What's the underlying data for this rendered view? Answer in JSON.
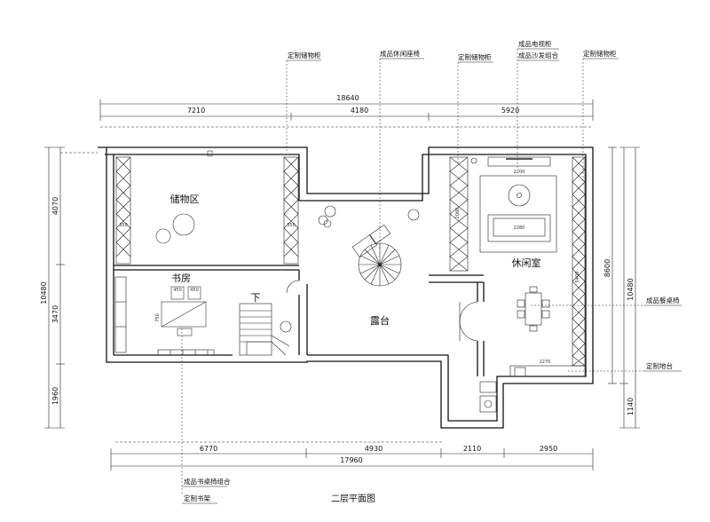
{
  "title": "二层平面图",
  "rooms": {
    "storage": "储物区",
    "study": "书房",
    "terrace": "露台",
    "lounge": "休闲室",
    "stairs_down": "下"
  },
  "top_dims": {
    "overall": "18640",
    "segments": [
      "7210",
      "4180",
      "5920"
    ]
  },
  "bottom_dims": {
    "overall": "17960",
    "segments": [
      "6770",
      "4930",
      "2110",
      "2950"
    ]
  },
  "left_dims": {
    "overall": "10480",
    "segments": [
      "4070",
      "3470",
      "1960"
    ]
  },
  "right_dims": {
    "overall": "10480",
    "inner": "8600",
    "lower": "1140"
  },
  "notes": {
    "cabinet_storage_left": "定制储物柜",
    "leisure_chair": "成品休闲座椅",
    "cabinet_storage_mid": "定制储物柜",
    "tv_cabinet": "成品电视柜",
    "sofa_set": "成品沙发组合",
    "cabinet_storage_right": "定制储物柜",
    "dining_table": "成品餐桌椅",
    "custom_counter": "定制地台",
    "desk_chair": "成品书桌椅组合",
    "bookshelf": "定制书架"
  },
  "furniture_labels": {
    "tv_width": "2200",
    "sofa_width": "2280",
    "counter_width": "2270",
    "lounge_cabinet": "5400",
    "mid_cabinet": "2060",
    "desk_w1": "450",
    "desk_w2": "450",
    "desk_depth": "750",
    "storage_small1": "350",
    "storage_small2": "350"
  }
}
